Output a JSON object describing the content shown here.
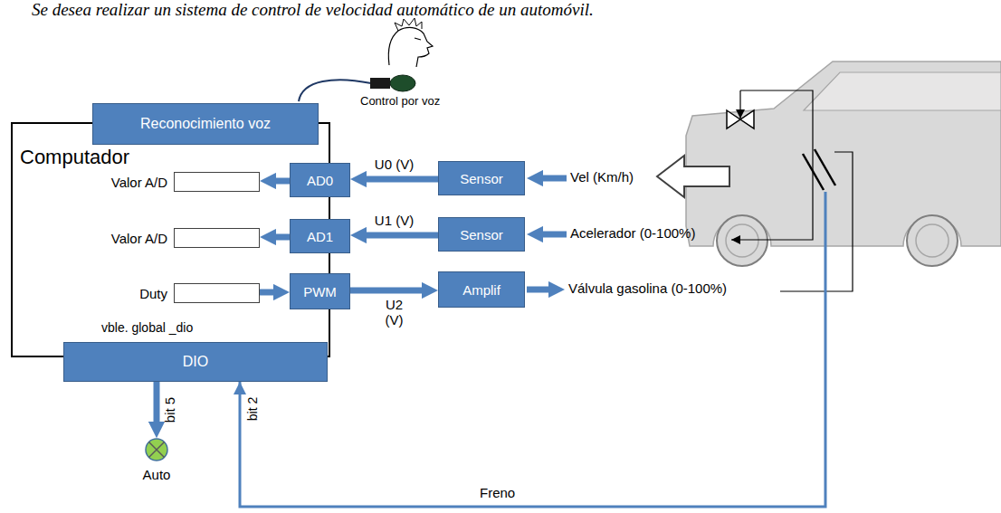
{
  "diagram": {
    "title": "Se desea realizar un sistema de control de velocidad automático de un automóvil.",
    "nodes": [
      {
        "text": [
          "Computador"
        ]
      },
      {
        "text": [
          "Reconocimiento voz"
        ],
        "in": 0
      },
      {
        "text": [
          "Valor A/D"
        ],
        "in": 0
      },
      {
        "text": [
          "AD0"
        ],
        "in": 0
      },
      {
        "text": [
          "Sensor"
        ]
      },
      {
        "text": [
          "Valor A/D"
        ],
        "in": 0
      },
      {
        "text": [
          "AD1"
        ],
        "in": 0
      },
      {
        "text": [
          "Sensor"
        ]
      },
      {
        "text": [
          "Duty"
        ],
        "in": 0
      },
      {
        "text": [
          "PWM"
        ],
        "in": 0
      },
      {
        "text": [
          "Amplif"
        ]
      },
      {
        "text": [
          "DIO"
        ],
        "in": 0
      },
      {
        "text": [
          "Auto"
        ]
      }
    ],
    "edges": [
      {
        "from": 3,
        "to": 2,
        "arrow": "to"
      },
      {
        "from": 4,
        "to": 3,
        "label": "U0 (V)",
        "arrow": "to"
      },
      {
        "from": 7,
        "to": 6,
        "label": "U1 (V)",
        "arrow": "to"
      },
      {
        "from": 6,
        "to": 5,
        "arrow": "to"
      },
      {
        "from": 8,
        "to": 9,
        "arrow": "to"
      },
      {
        "from": 9,
        "to": 10,
        "label": "U2 (V)",
        "arrow": "to"
      },
      {
        "from": 11,
        "to": 12,
        "label": "bit 5",
        "arrow": "to"
      }
    ],
    "labels": [
      "Control por voz",
      "Vel (Km/h)",
      "Acelerador (0-100%)",
      "Válvula gasolina (0-100%)",
      "vble. global _dio",
      "bit 2",
      "Freno"
    ]
  }
}
